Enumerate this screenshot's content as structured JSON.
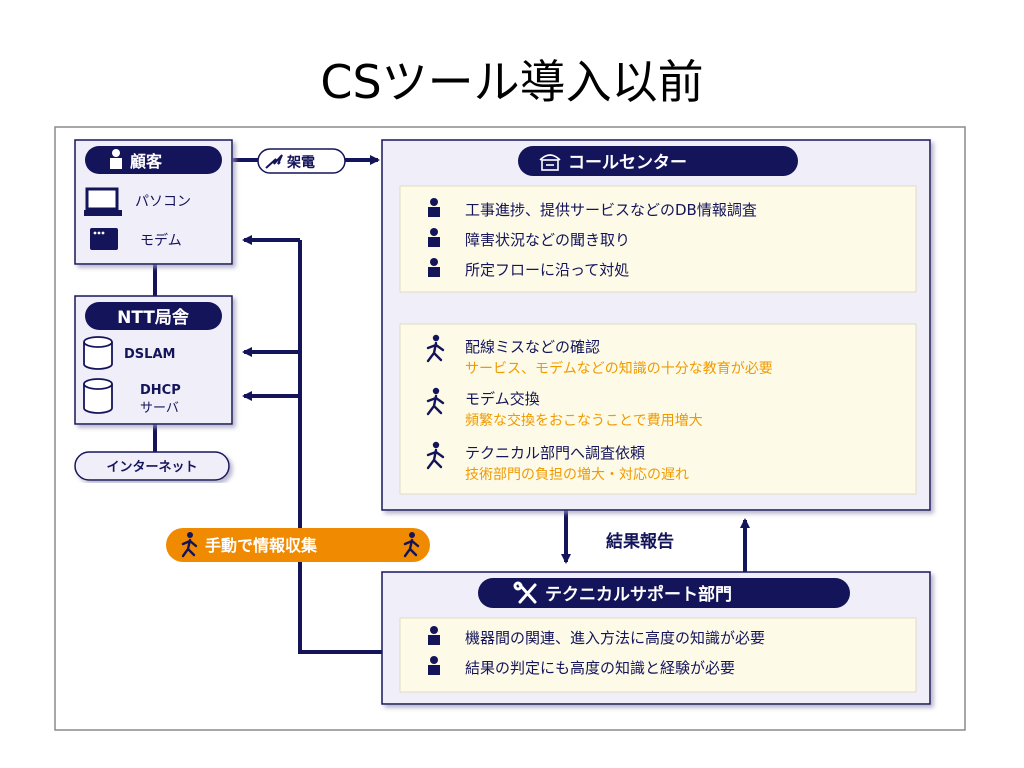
{
  "slide_title": "CSツール導入以前",
  "customer": {
    "header": "顧客",
    "pc": "パソコン",
    "modem": "モデム"
  },
  "call_label": "架電",
  "ntt": {
    "header": "NTT局舎",
    "dslam": "DSLAM",
    "dhcp_line1": "DHCP",
    "dhcp_line2": "サーバ"
  },
  "internet": "インターネット",
  "call_center": {
    "title": "コールセンター",
    "tasks": [
      "工事進捗、提供サービスなどのDB情報調査",
      "障害状況などの聞き取り",
      "所定フローに沿って対処"
    ],
    "actions": [
      {
        "label": "配線ミスなどの確認",
        "note": "サービス、モデムなどの知識の十分な教育が必要"
      },
      {
        "label": "モデム交換",
        "note": "頻繁な交換をおこなうことで費用増大"
      },
      {
        "label": "テクニカル部門へ調査依頼",
        "note": "技術部門の負担の増大・対応の遅れ"
      }
    ]
  },
  "result_report": "結果報告",
  "manual_collect": "手動で情報収集",
  "tech_support": {
    "title": "テクニカルサポート部門",
    "items": [
      "機器間の関連、進入方法に高度の知識が必要",
      "結果の判定にも高度の知識と経験が必要"
    ]
  },
  "colors": {
    "navy": "#14145a",
    "panel": "#f0eef8",
    "cream": "#fdfbe8",
    "orange": "#f08a00",
    "note": "#f09a00"
  }
}
